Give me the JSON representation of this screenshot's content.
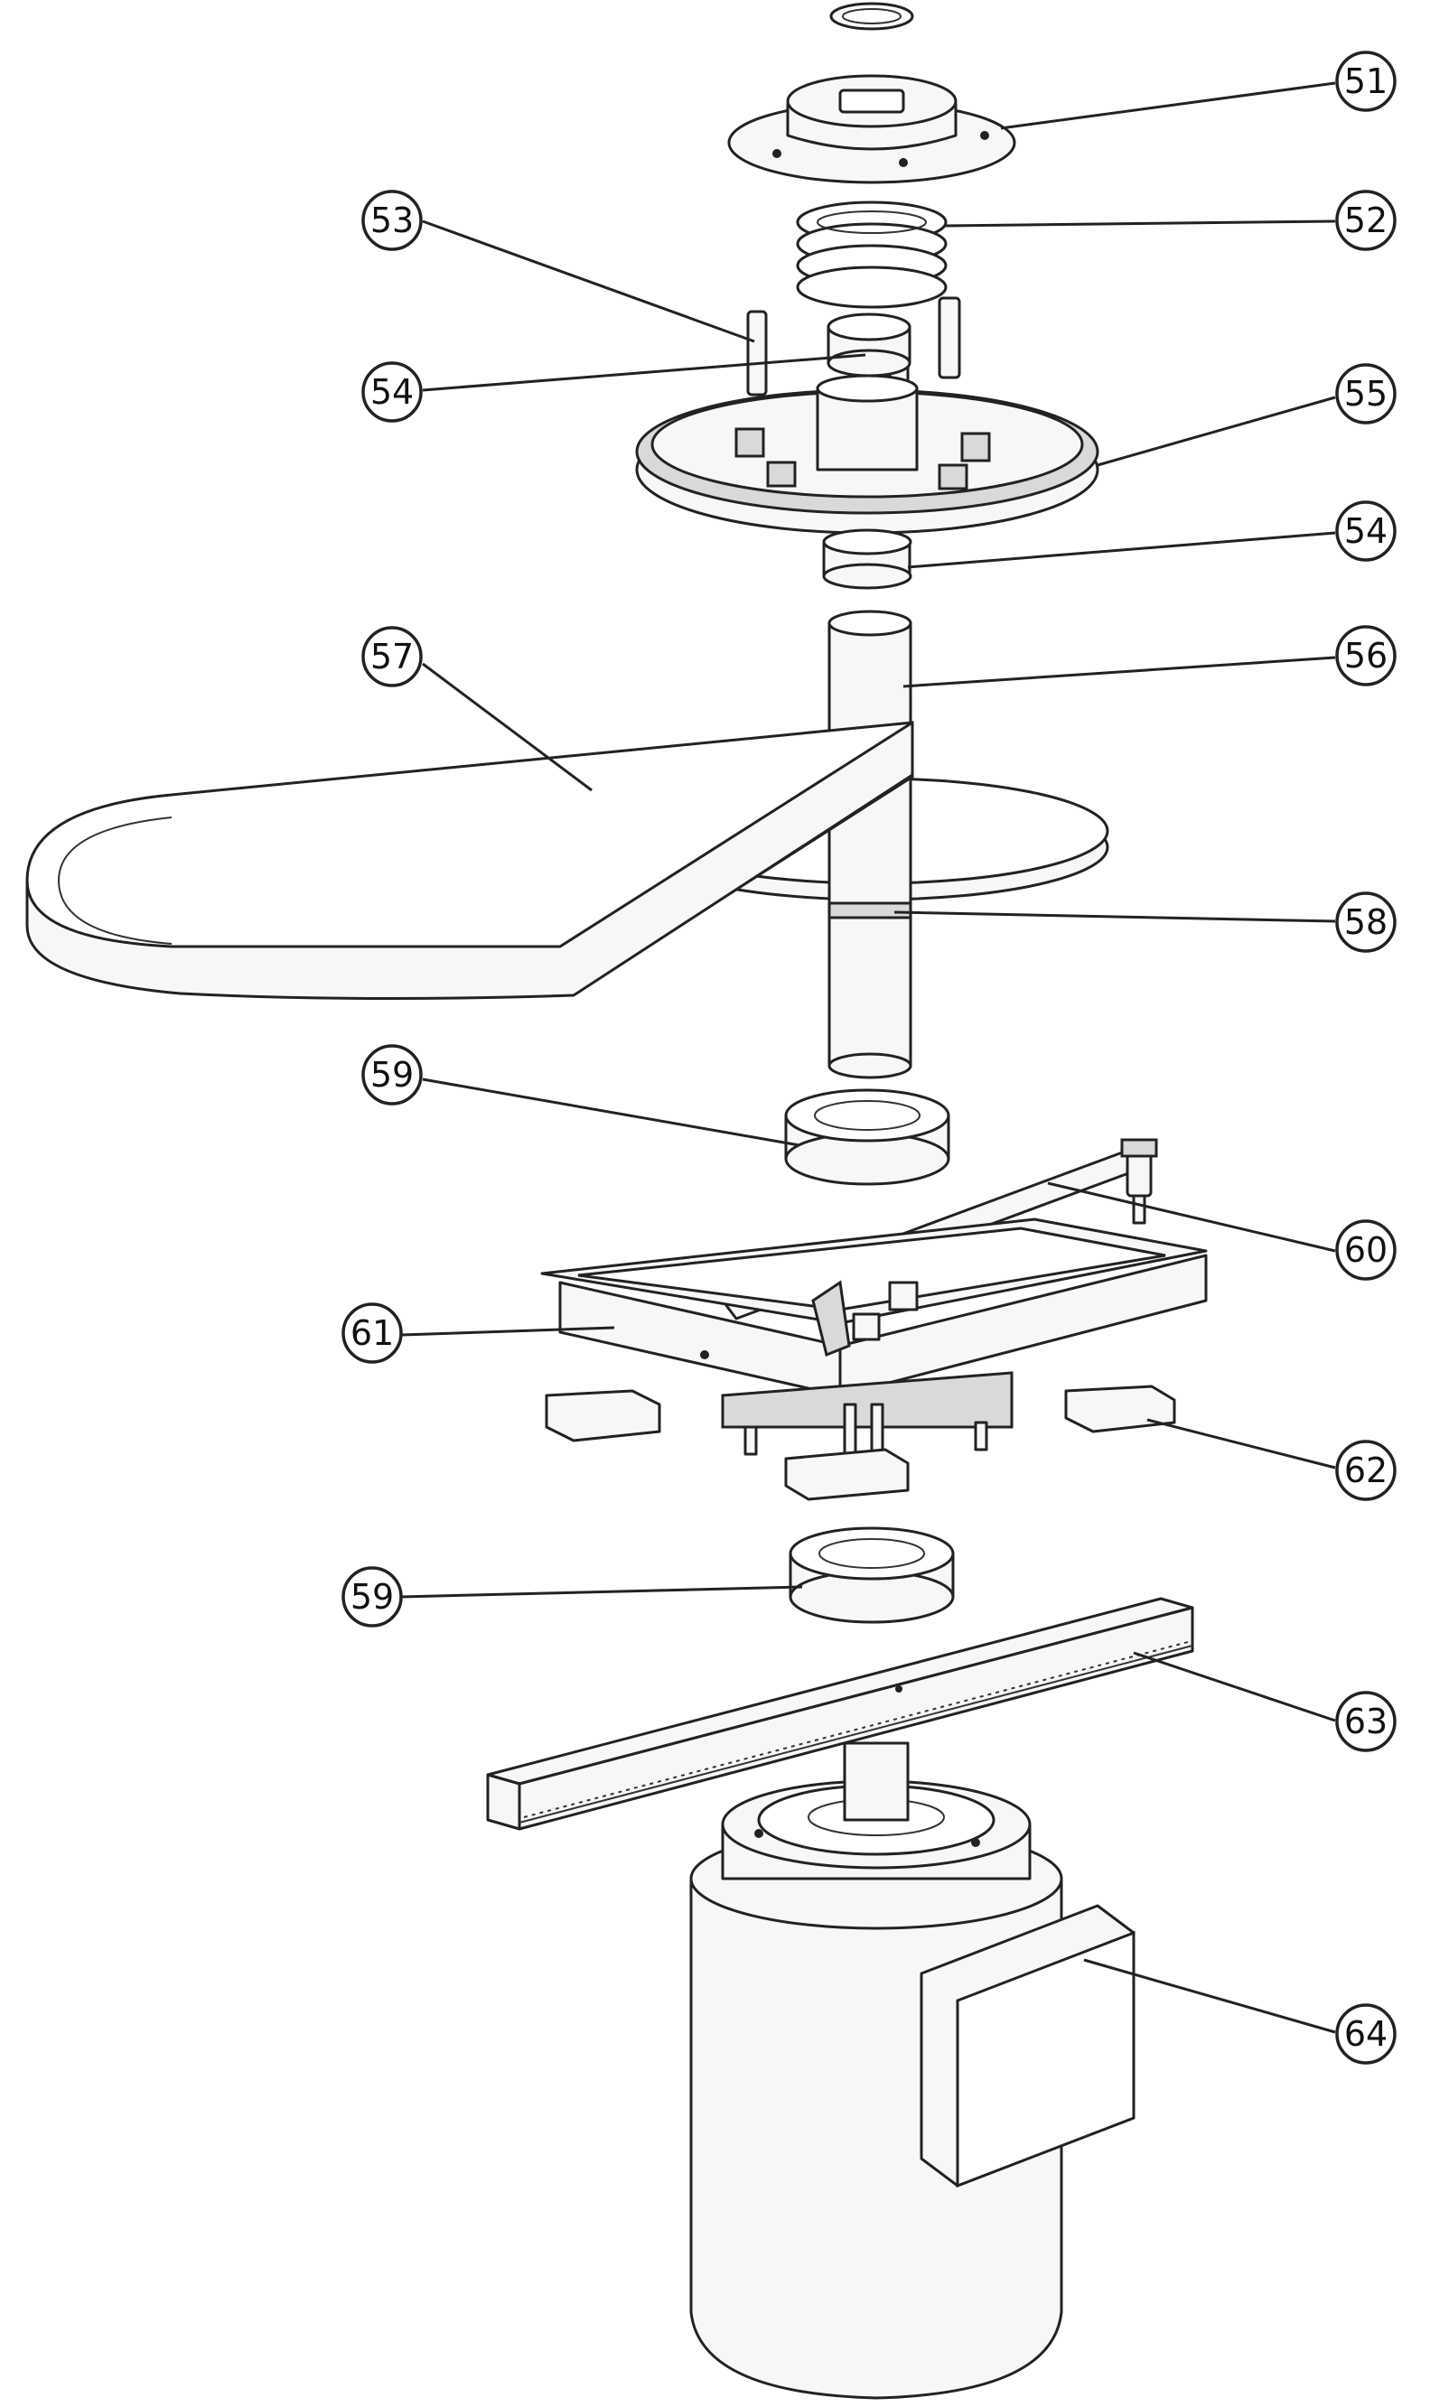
{
  "callouts": [
    {
      "id": "c51",
      "label": "51"
    },
    {
      "id": "c52",
      "label": "52"
    },
    {
      "id": "c53",
      "label": "53"
    },
    {
      "id": "c54a",
      "label": "54"
    },
    {
      "id": "c55",
      "label": "55"
    },
    {
      "id": "c54b",
      "label": "54"
    },
    {
      "id": "c56",
      "label": "56"
    },
    {
      "id": "c57",
      "label": "57"
    },
    {
      "id": "c58",
      "label": "58"
    },
    {
      "id": "c59a",
      "label": "59"
    },
    {
      "id": "c60",
      "label": "60"
    },
    {
      "id": "c61",
      "label": "61"
    },
    {
      "id": "c62",
      "label": "62"
    },
    {
      "id": "c59b",
      "label": "59"
    },
    {
      "id": "c63",
      "label": "63"
    },
    {
      "id": "c64",
      "label": "64"
    }
  ]
}
